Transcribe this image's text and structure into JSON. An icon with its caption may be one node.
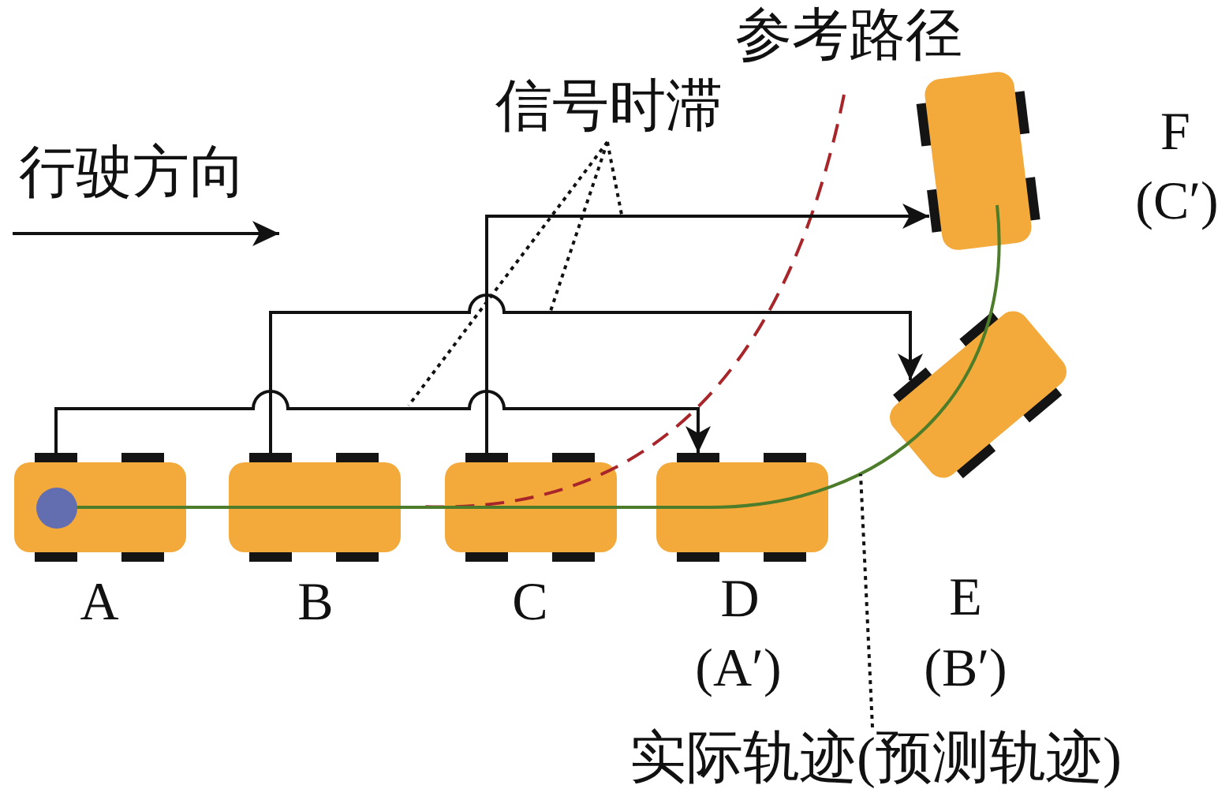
{
  "diagram": {
    "nodes": [
      {
        "text": [
          "A"
        ]
      },
      {
        "text": [
          "B"
        ]
      },
      {
        "text": [
          "C"
        ]
      },
      {
        "text": [
          "D",
          "(A′)"
        ]
      },
      {
        "text": [
          "E",
          "(B′)"
        ]
      },
      {
        "text": [
          "F",
          "(C′)"
        ]
      },
      {
        "text": [
          "信号时滞"
        ]
      },
      {
        "text": [
          "实际轨迹(预测轨迹)"
        ]
      }
    ],
    "edges": [
      {
        "from": 0,
        "to": 3,
        "arrow": "to"
      },
      {
        "from": 1,
        "to": 4,
        "arrow": "to"
      },
      {
        "from": 2,
        "to": 5,
        "arrow": "to"
      },
      {
        "from": 6,
        "to": null,
        "arrow": "none",
        "style": "dashed"
      },
      {
        "from": 6,
        "to": null,
        "arrow": "none",
        "style": "dashed"
      },
      {
        "from": 6,
        "to": null,
        "arrow": "none",
        "style": "dashed"
      },
      {
        "from": 7,
        "to": null,
        "arrow": "none",
        "style": "dashed"
      }
    ],
    "labels": [
      "参考路径",
      "行驶方向"
    ]
  }
}
